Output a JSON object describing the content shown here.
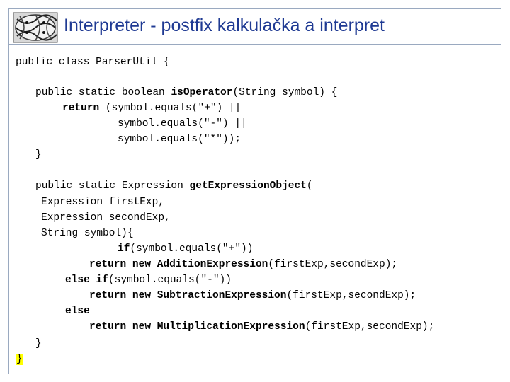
{
  "slide": {
    "title": "Interpreter - postfix kalkulačka a interpret",
    "logo_icon": "knot-pattern-logo",
    "frame_color": "#9aa9c0",
    "title_color": "#1f3a93",
    "highlight_color": "#ffff00"
  },
  "code": {
    "l1": "public class ParserUtil {",
    "l2a": "public static boolean ",
    "l2b": "isOperator",
    "l2c": "(String symbol) {",
    "l3a": "return",
    "l3b": " (symbol.equals(\"+\") ||",
    "l4": "symbol.equals(\"-\") ||",
    "l5": "symbol.equals(\"*\"));",
    "l6": "}",
    "l7a": "public static Expression ",
    "l7b": "getExpressionObject",
    "l7c": "(",
    "l8": "Expression firstExp,",
    "l9": "Expression secondExp,",
    "l10": "String symbol){",
    "l11a": "if",
    "l11b": "(symbol.equals(\"+\"))",
    "l12a": "return",
    "l12b": " new ",
    "l12c": "AdditionExpression",
    "l12d": "(firstExp,secondExp);",
    "l13a": "else if",
    "l13b": "(symbol.equals(\"-\"))",
    "l14a": "return",
    "l14b": " new ",
    "l14c": "SubtractionExpression",
    "l14d": "(firstExp,secondExp);",
    "l15": "else",
    "l16a": "return",
    "l16b": " new ",
    "l16c": "MultiplicationExpression",
    "l16d": "(firstExp,secondExp);",
    "l17": "}",
    "l18": "}"
  }
}
